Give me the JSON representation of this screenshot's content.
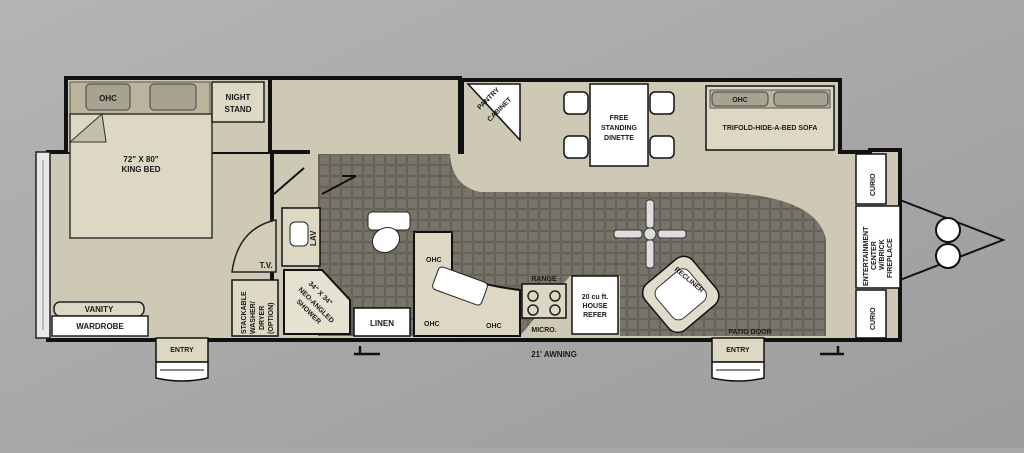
{
  "floorplan": {
    "labels": {
      "ohc": "OHC",
      "night_stand_1": "NIGHT",
      "night_stand_2": "STAND",
      "bed_1": "72\" X 80\"",
      "bed_2": "KING BED",
      "vanity": "VANITY",
      "wardrobe": "WARDROBE",
      "tv": "T.V.",
      "lav": "LAV",
      "washer_1": "STACKABLE",
      "washer_2": "WASHER/",
      "washer_3": "DRYER",
      "washer_4": "(OPTION)",
      "shower_1": "34\" X 34\"",
      "shower_2": "NEO-ANGLED",
      "shower_3": "SHOWER",
      "linen": "LINEN",
      "pantry_1": "PANTRY",
      "pantry_2": "CABINET",
      "dinette_1": "FREE",
      "dinette_2": "STANDING",
      "dinette_3": "DINETTE",
      "sofa": "TRIFOLD-HIDE-A-BED SOFA",
      "range": "RANGE",
      "micro": "MICRO.",
      "refer_1": "20 cu ft.",
      "refer_2": "HOUSE",
      "refer_3": "REFER",
      "recliner": "RECLINER",
      "patio_door": "PATIO DOOR",
      "curio": "CURIO",
      "ent_1": "ENTERTAINMENT",
      "ent_2": "CENTER",
      "ent_3": "W/BRICK",
      "ent_4": "FIREPLACE",
      "entry": "ENTRY",
      "awning": "21' AWNING"
    },
    "colors": {
      "background": "#a8a8a8",
      "wall": "#111111",
      "carpet": "#ccc8b4",
      "furniture": "#ddd8c4",
      "tile": "#6e6a5e",
      "bed_head": "#bab49c"
    }
  }
}
